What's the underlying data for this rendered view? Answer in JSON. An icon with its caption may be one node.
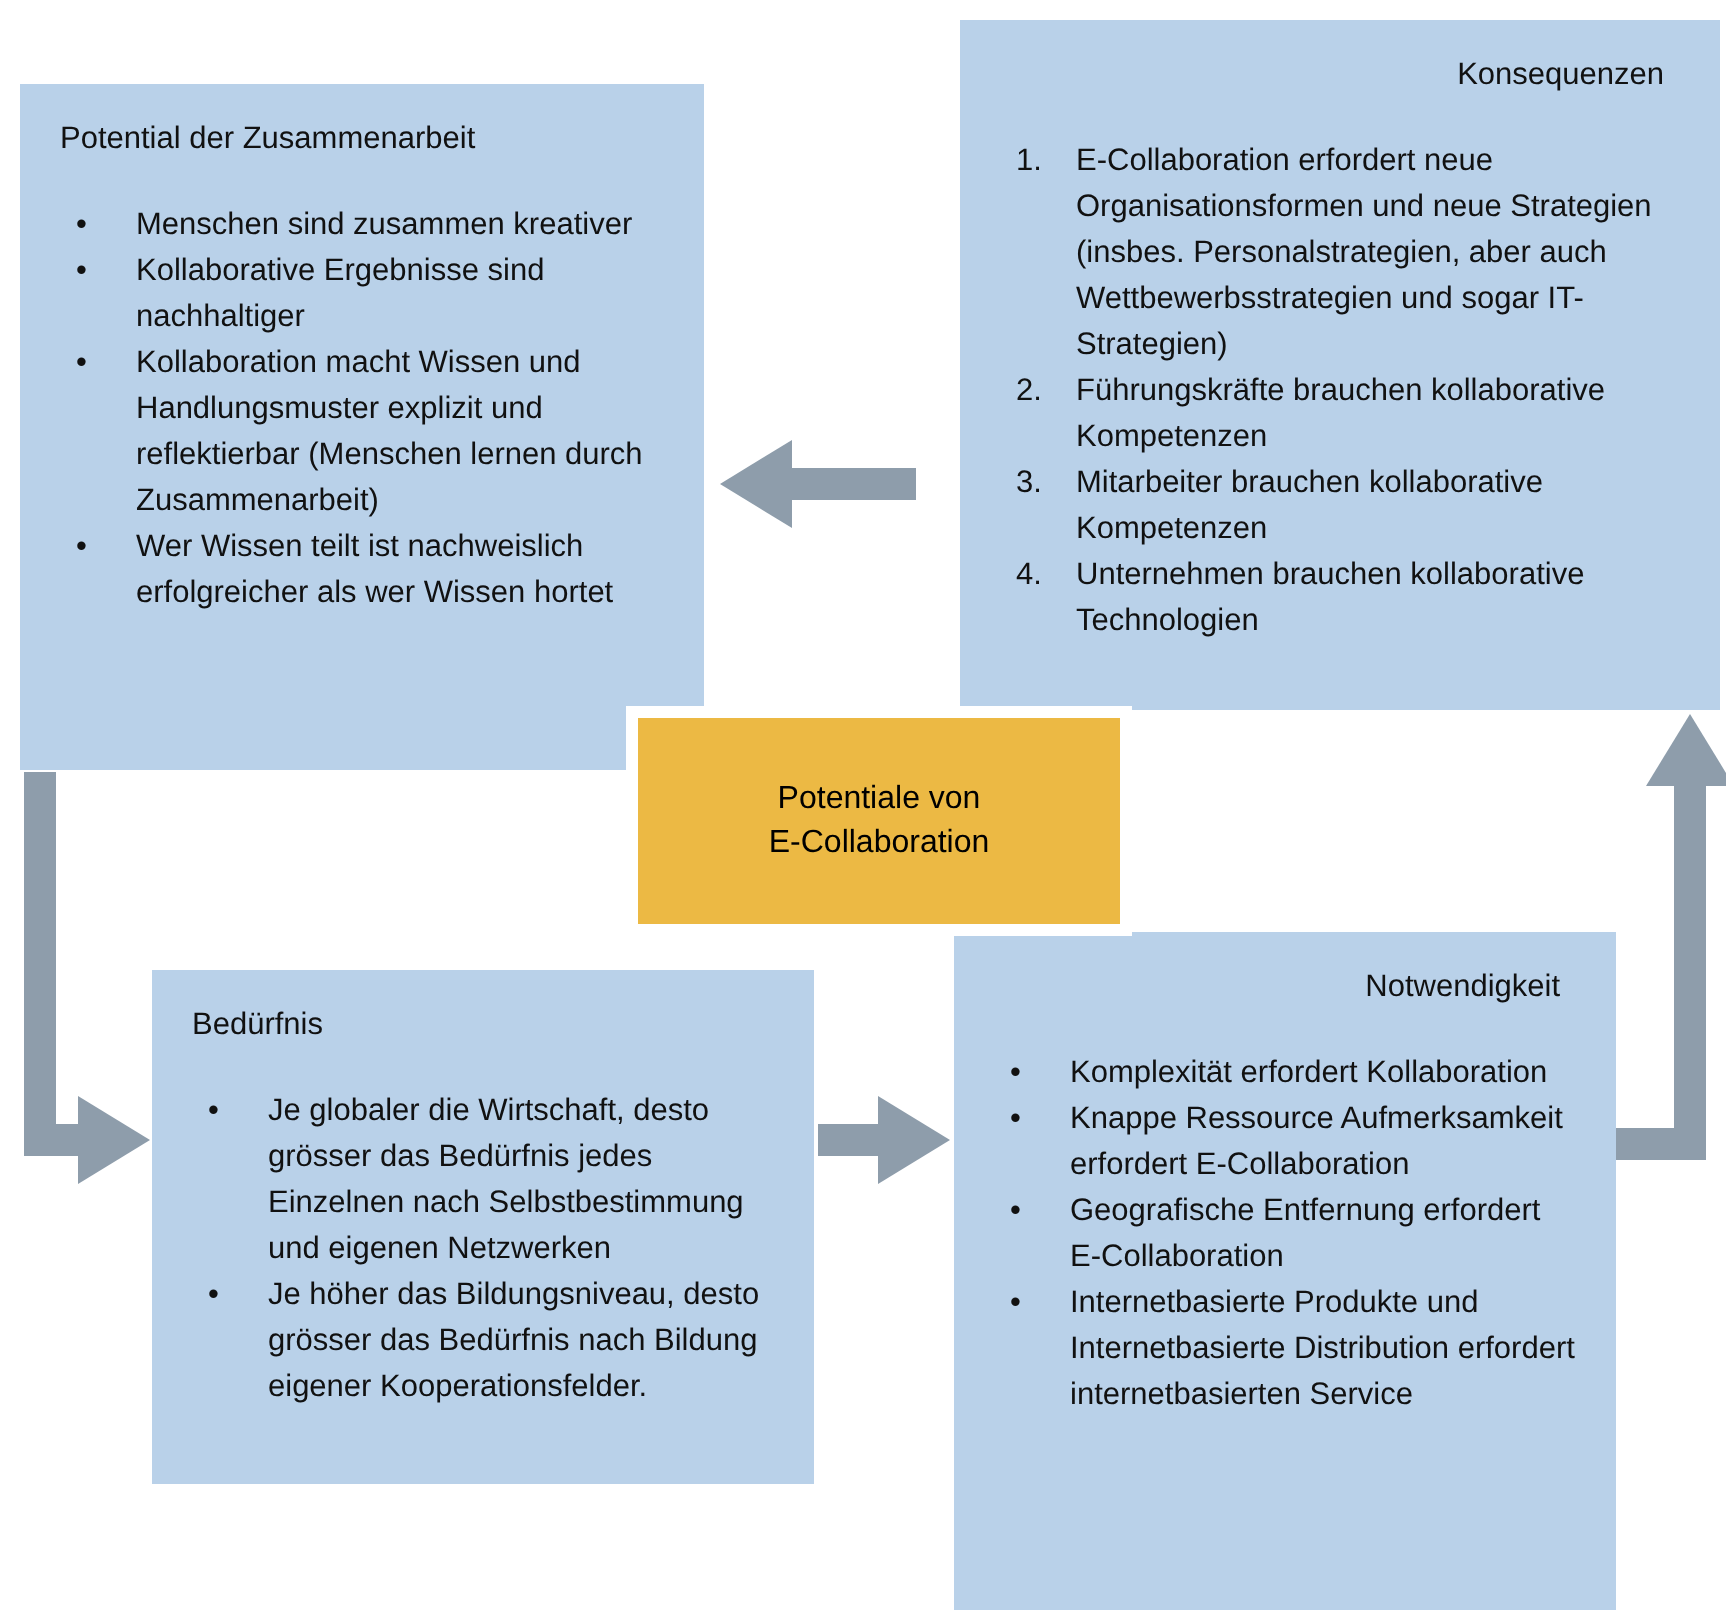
{
  "diagram": {
    "nodes": [
      {
        "text": [
          "Potential der Zusammenarbeit",
          "•",
          "Menschen sind zusammen kreativer",
          "•",
          "Kollaborative Ergebnisse sind nachhaltiger",
          "•",
          "Kollaboration macht Wissen und Handlungsmuster explizit und reflektierbar (Menschen lernen durch Zusammenarbeit)",
          "•",
          "Wer Wissen teilt ist nachweislich erfolgreicher als wer Wissen hortet"
        ]
      },
      {
        "text": [
          "Konsequenzen",
          "1.",
          "E-Collaboration erfordert neue Organisationsformen und neue Strategien (insbes. Personalstrategien, aber auch Wettbewerbsstrategien und sogar IT-Strategien)",
          "2.",
          "Führungskräfte brauchen kollaborative Kompetenzen",
          "3.",
          "Mitarbeiter brauchen kollaborative Kompetenzen",
          "4.",
          "Unternehmen brauchen kollaborative Technologien"
        ]
      },
      {
        "text": [
          "Potentiale von E-Collaboration"
        ]
      },
      {
        "text": [
          "Bedürfnis",
          "•",
          "Je globaler die Wirtschaft, desto grösser das Bedürfnis jedes Einzelnen nach Selbstbestimmung und eigenen Netzwerken",
          "•",
          "Je höher das Bildungsniveau, desto grösser das Bedürfnis nach Bildung eigener Kooperationsfelder."
        ]
      },
      {
        "text": [
          "Notwendigkeit",
          "•",
          "Komplexität erfordert Kollaboration",
          "•",
          "Knappe Ressource Aufmerksamkeit erfordert E-Collaboration",
          "•",
          "Geografische Entfernung erfordert E-Collaboration",
          "•",
          "Internetbasierte Produkte und Internetbasierte Distribution erfordert internetbasierten Service"
        ]
      }
    ],
    "edges": [
      {
        "from": 1,
        "to": 0,
        "arrow": "to"
      },
      {
        "from": 0,
        "to": 3,
        "arrow": "to"
      },
      {
        "from": 3,
        "to": 4,
        "arrow": "to"
      },
      {
        "from": 4,
        "to": 1,
        "arrow": "to"
      }
    ]
  }
}
